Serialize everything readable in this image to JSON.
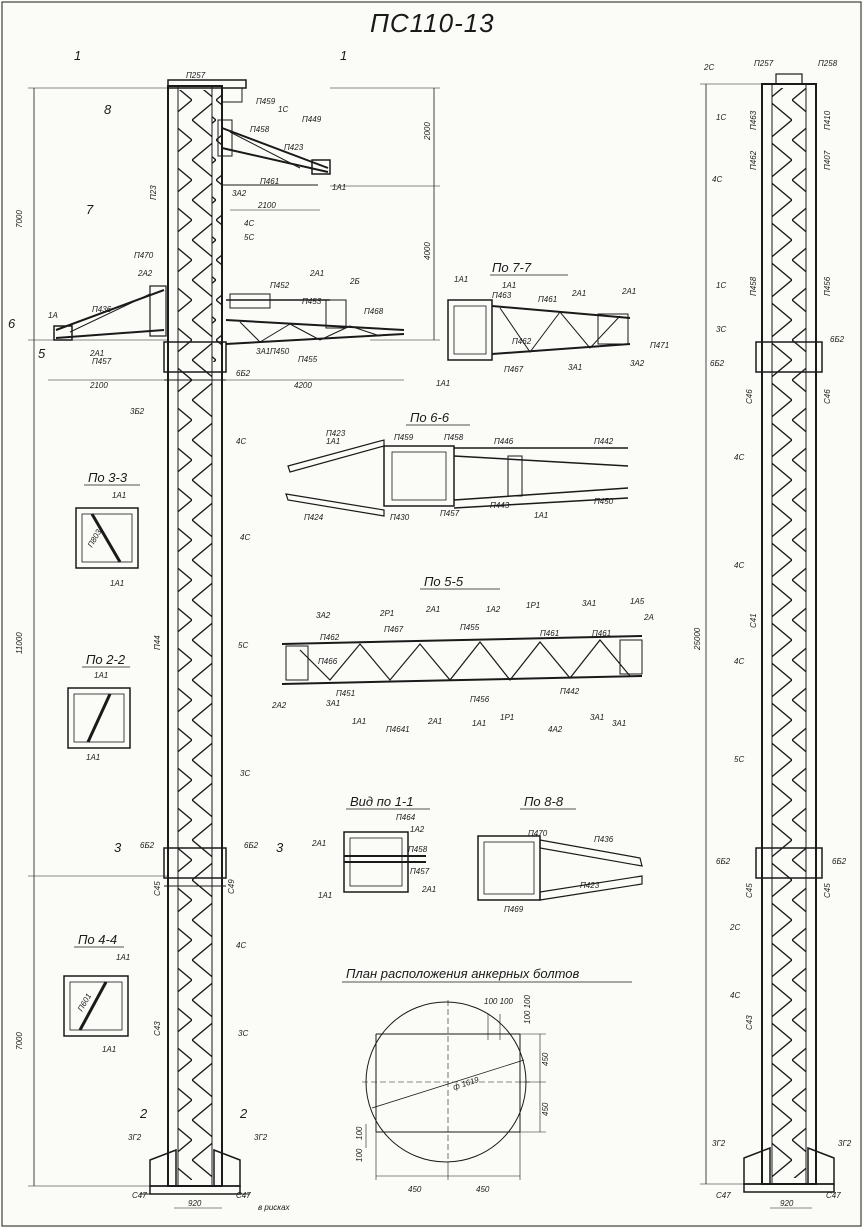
{
  "title": "ПС110-13",
  "left_view": {
    "section_marks": [
      "1",
      "1",
      "8",
      "7",
      "6",
      "5",
      "3",
      "3",
      "2",
      "2"
    ],
    "dims": {
      "h_top": "7000",
      "h_mid": "11000",
      "h_bot": "7000",
      "d2000": "2000",
      "d4000": "4000",
      "d2100": "2100",
      "d2100b": "2100",
      "d4200": "4200",
      "base": "920",
      "base_note": "в рисках"
    },
    "labels": [
      "П257",
      "П23",
      "П44",
      "С45",
      "С43",
      "С47",
      "С47",
      "С49",
      "П470",
      "П436",
      "П423",
      "П452",
      "П453",
      "П468",
      "П455",
      "П461",
      "П450",
      "П449",
      "П457",
      "П458",
      "П459",
      "4С",
      "4С",
      "4С",
      "5С",
      "5С",
      "3С",
      "3С",
      "1С",
      "6Б2",
      "6Б2",
      "6Б2",
      "3Б2",
      "3Г2",
      "3Г2",
      "2А1",
      "2А2",
      "1А",
      "2Б",
      "1А1",
      "3А2",
      "2А1",
      "3А1",
      "4С"
    ]
  },
  "right_view": {
    "dims": {
      "h_total": "25000",
      "base": "920"
    },
    "labels": [
      "2С",
      "П257",
      "П258",
      "1С",
      "П410",
      "П463",
      "П462",
      "П407",
      "4С",
      "1С",
      "П458",
      "П456",
      "3С",
      "6Б2",
      "6Б2",
      "С46",
      "С46",
      "4С",
      "4С",
      "С41",
      "4С",
      "5С",
      "6Б2",
      "6Б2",
      "С45",
      "С45",
      "2С",
      "4С",
      "С43",
      "3Г2",
      "3Г2",
      "С47",
      "С47"
    ]
  },
  "details": {
    "view_7_7": {
      "title": "По 7-7",
      "labels": [
        "1А1",
        "1А1",
        "П463",
        "П461",
        "П462",
        "П467",
        "П471",
        "2А1",
        "2А1",
        "3А2",
        "3А1",
        "1А1"
      ]
    },
    "view_6_6": {
      "title": "По 6-6",
      "labels": [
        "1А1",
        "П423",
        "П459",
        "П458",
        "П446",
        "П442",
        "П424",
        "П430",
        "П457",
        "П443",
        "П450",
        "1А1"
      ]
    },
    "view_5_5": {
      "title": "По 5-5",
      "labels": [
        "3А2",
        "2Р1",
        "2А1",
        "1А2",
        "1Р1",
        "3А1",
        "1А5",
        "2А",
        "П462",
        "П467",
        "П455",
        "П461",
        "П461",
        "П442",
        "П451",
        "П466",
        "П4641",
        "П456",
        "1Р1",
        "4А2",
        "3А1",
        "2А1",
        "1А1",
        "2А2",
        "3А1",
        "3А1",
        "1А1"
      ]
    },
    "view_3_3": {
      "title": "По 3-3",
      "labels": [
        "1А1",
        "П803",
        "1А1"
      ]
    },
    "view_2_2": {
      "title": "По 2-2",
      "labels": [
        "1А1",
        "1А1"
      ]
    },
    "view_1_1": {
      "title": "Вид по 1-1",
      "labels": [
        "П464",
        "1А2",
        "П458",
        "П457",
        "2А1",
        "1А1",
        "2А1"
      ]
    },
    "view_8_8": {
      "title": "По 8-8",
      "labels": [
        "П470",
        "П436",
        "П423",
        "П469"
      ]
    },
    "view_4_4": {
      "title": "По 4-4",
      "labels": [
        "1А1",
        "П601",
        "1А1"
      ]
    }
  },
  "anchor_plan": {
    "title": "План расположения анкерных болтов",
    "dims": {
      "diameter": "ф 1619",
      "top": "100 100",
      "right_a": "100 100",
      "right_b": "450",
      "right_c": "450",
      "left_a": "100",
      "left_b": "100",
      "bottom_a": "450",
      "bottom_b": "450"
    }
  }
}
